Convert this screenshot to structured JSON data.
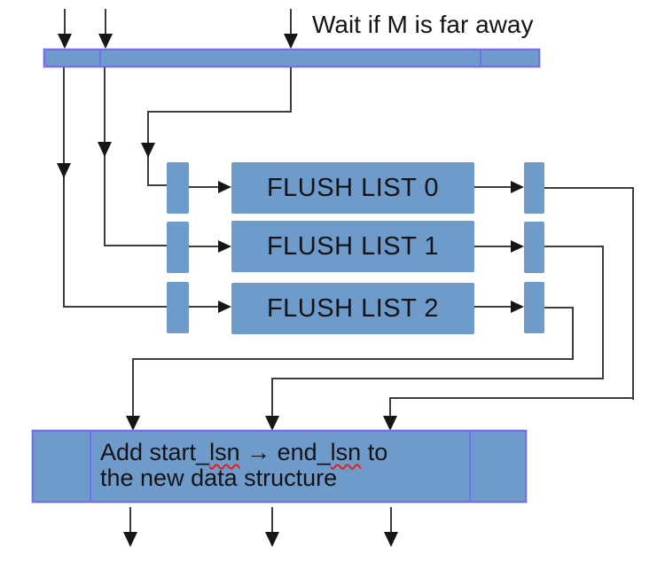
{
  "diagram": {
    "top_bar_label": "Wait if M is far away",
    "flush_rows": [
      {
        "label": "FLUSH LIST 0"
      },
      {
        "label": "FLUSH LIST 1"
      },
      {
        "label": "FLUSH LIST 2"
      }
    ],
    "bottom_box": {
      "line1_pre": "Add start_",
      "line1_misspell1": "lsn",
      "line1_mid": " → end_",
      "line1_misspell2": "lsn",
      "line1_post": " to",
      "line2": "the new data structure"
    },
    "colors": {
      "node_fill": "#6e9bc9",
      "outline": "#7070ee",
      "connector": "#3d3d3d",
      "arrowhead": "#161616",
      "spellcheck_squiggle": "#e02020",
      "text": "#141418",
      "background": "#ffffff"
    }
  }
}
